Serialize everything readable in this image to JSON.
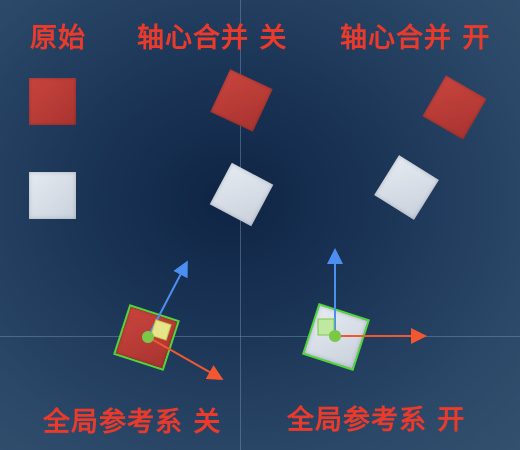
{
  "labels": {
    "original": "原始",
    "pivot_off": "轴心合并 关",
    "pivot_on": "轴心合并 开",
    "global_off": "全局参考系 关",
    "global_on": "全局参考系 开"
  },
  "colors": {
    "label": "#ea3a2b",
    "cube_red": "#b63a35",
    "cube_white": "#dce2ea",
    "axis_x": "#f2572f",
    "axis_y": "#4c8ff0",
    "axis_z_handle": "#7bc848",
    "selection_outline": "#4fd838"
  },
  "icons": {
    "move_gizmo": "move-gizmo-icon"
  }
}
